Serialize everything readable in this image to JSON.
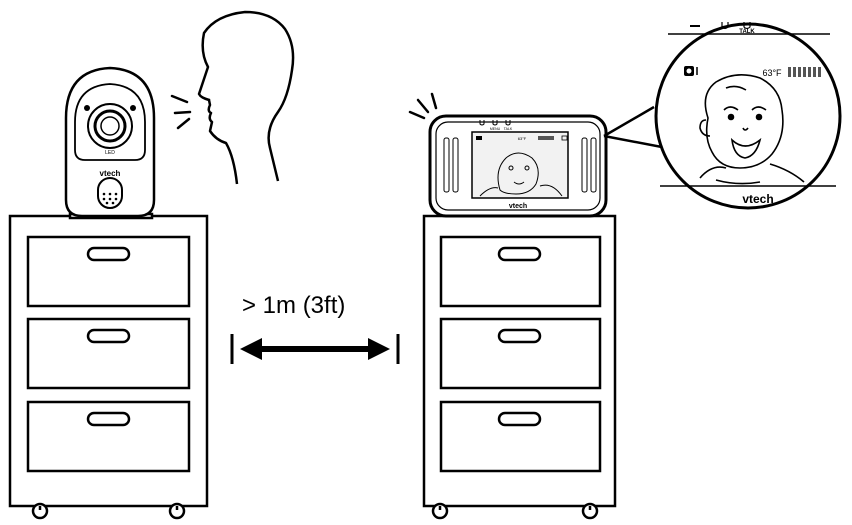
{
  "distance": {
    "label": "> 1m (3ft)"
  },
  "camera": {
    "brand": "vtech",
    "lens_label": "LED"
  },
  "monitor": {
    "brand": "vtech",
    "screen_temp": "63°F",
    "buttons": [
      "MENU",
      "TALK"
    ]
  },
  "zoom": {
    "temperature": "63°F",
    "talk_label": "TALK",
    "brand": "vtech"
  },
  "colors": {
    "line": "#000000",
    "background": "#ffffff",
    "screen_bg": "#f2f2f2",
    "bar": "#555555"
  }
}
